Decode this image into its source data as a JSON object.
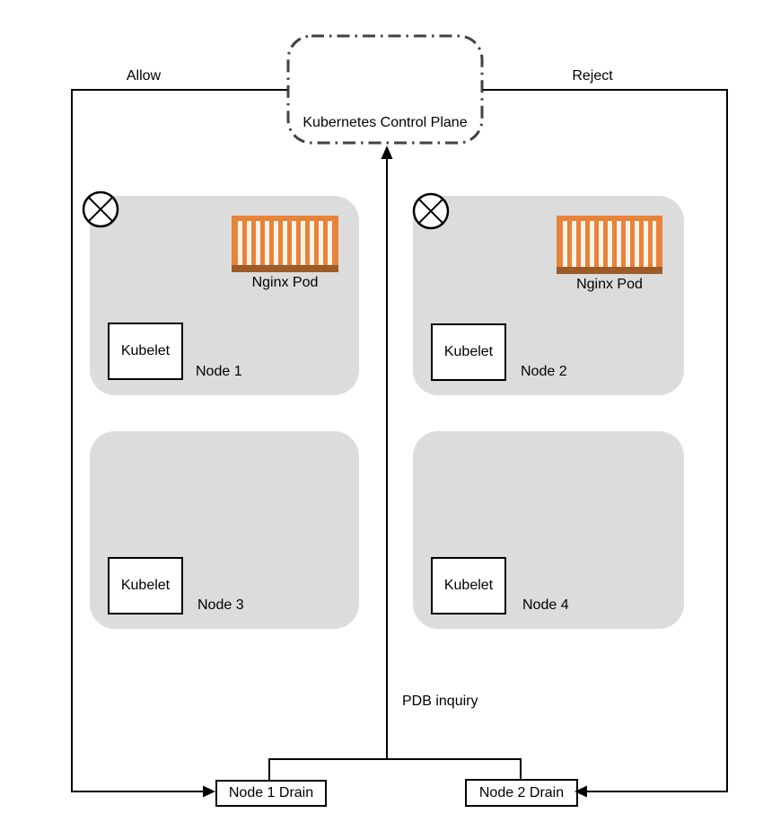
{
  "control_plane": {
    "label": "Kubernetes Control Plane"
  },
  "edge_labels": {
    "allow": "Allow",
    "reject": "Reject",
    "pdb": "PDB inquiry"
  },
  "nodes": [
    {
      "name": "Node 1",
      "kubelet_label": "Kubelet",
      "pod_label": "Nginx Pod",
      "cordoned": true,
      "has_pod": true
    },
    {
      "name": "Node 2",
      "kubelet_label": "Kubelet",
      "pod_label": "Nginx Pod",
      "cordoned": true,
      "has_pod": true
    },
    {
      "name": "Node 3",
      "kubelet_label": "Kubelet",
      "cordoned": false,
      "has_pod": false
    },
    {
      "name": "Node 4",
      "kubelet_label": "Kubelet",
      "cordoned": false,
      "has_pod": false
    }
  ],
  "drain_actions": [
    {
      "label": "Node 1 Drain"
    },
    {
      "label": "Node 2 Drain"
    }
  ],
  "colors": {
    "node_fill": "#DCDCDC",
    "pod_orange": "#E8833A",
    "pod_stripe": "#FBF3E8",
    "pod_base": "#9D5B28",
    "control_plane_border": "#424242",
    "line": "#000000"
  }
}
